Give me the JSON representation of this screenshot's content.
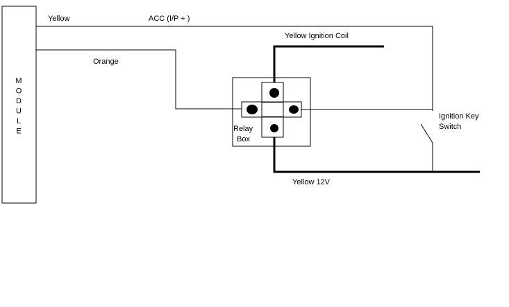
{
  "module": {
    "label": "MODULE"
  },
  "labels": {
    "yellow": "Yellow",
    "acc": "ACC (I/P + )",
    "orange": "Orange",
    "yellow_ignition_coil": "Yellow Ignition Coil",
    "relay_line1": "Relay",
    "relay_line2": "Box",
    "ignition_key_line1": "Ignition Key",
    "ignition_key_line2": "Switch",
    "yellow_12v": "Yellow 12V"
  },
  "colors": {
    "line": "#000000",
    "background": "#ffffff"
  }
}
